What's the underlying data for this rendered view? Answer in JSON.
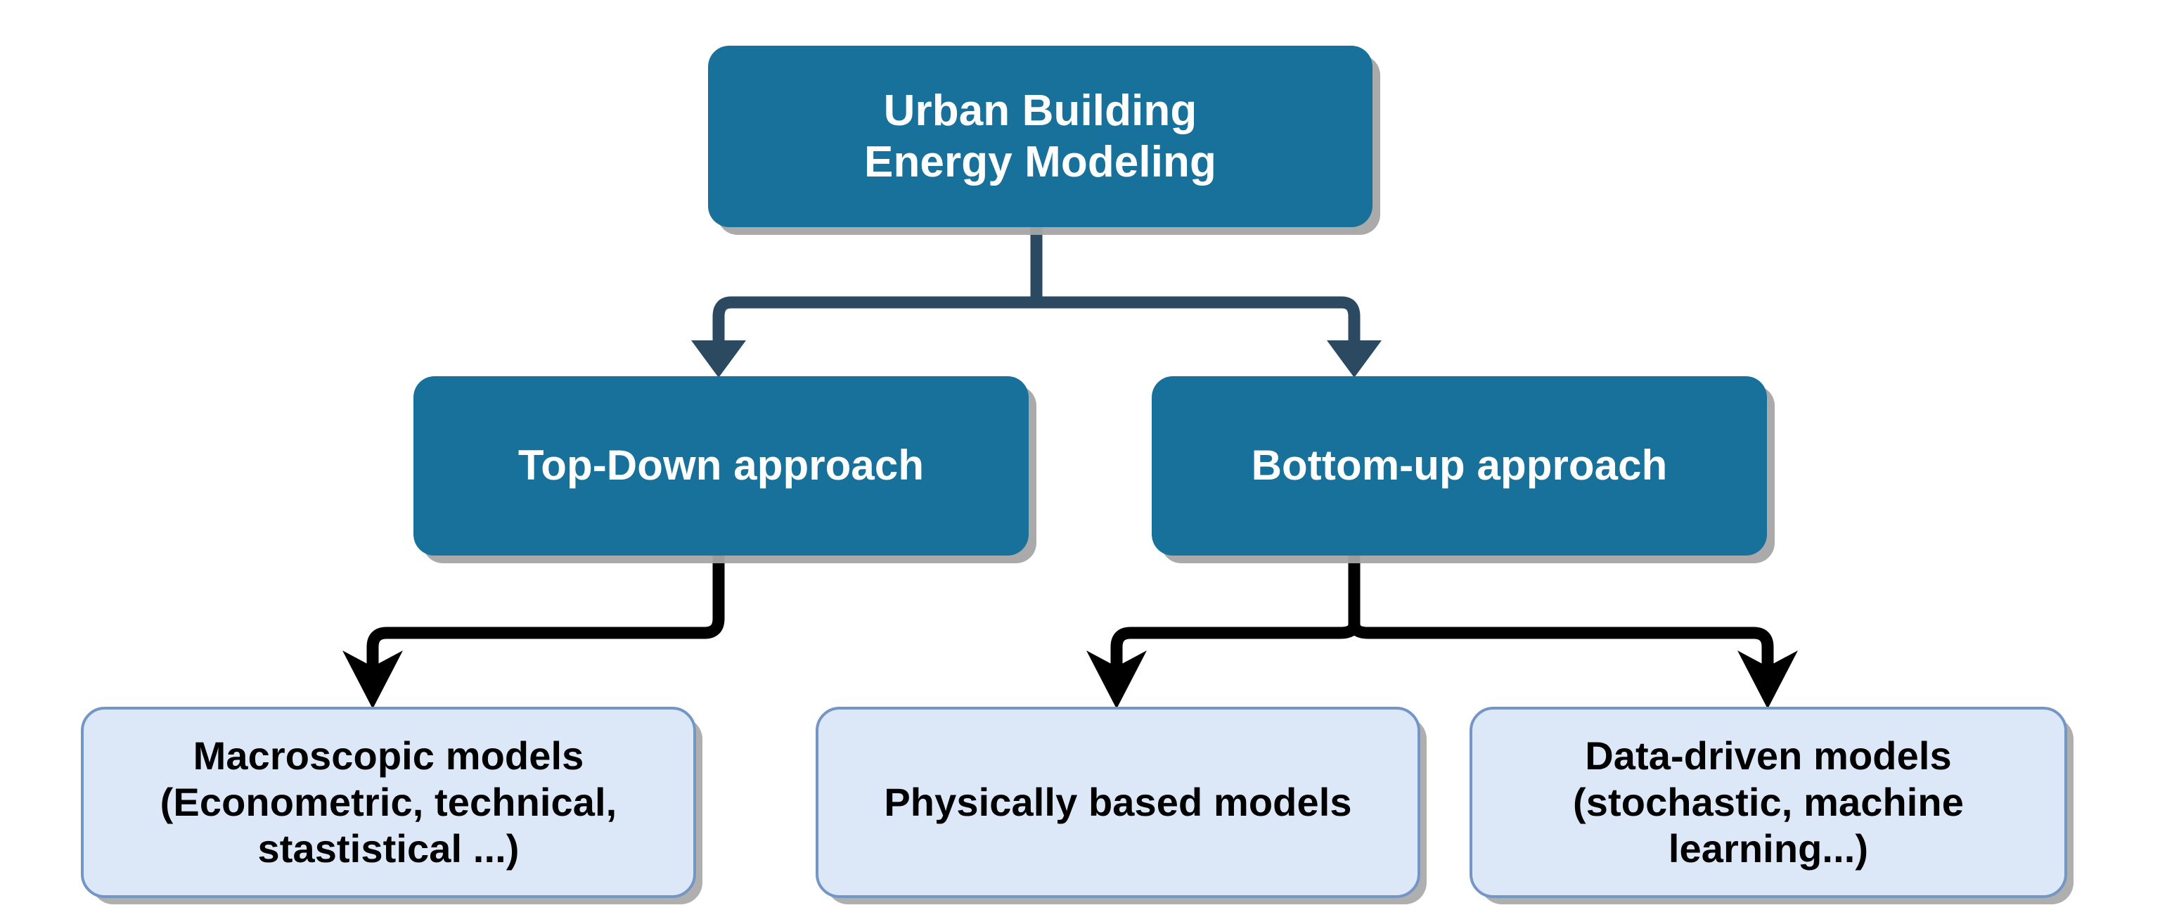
{
  "diagram": {
    "title": "Urban Building Energy Modeling approaches",
    "type": "hierarchy-flowchart",
    "colors": {
      "level1_fill": "#17719a",
      "level2_fill": "#17719a",
      "level3_fill": "#dce7f8",
      "level3_border": "#7496c4",
      "node_text_light": "#ffffff",
      "node_text_dark": "#000000",
      "connector_upper": "#2b4a61",
      "connector_lower": "#000000",
      "shadow": "#a5a5a5",
      "background": "#ffffff"
    },
    "nodes": {
      "root": {
        "label": "Urban Building\nEnergy Modeling",
        "line1": "Urban Building",
        "line2": "Energy Modeling"
      },
      "top_down": {
        "label": "Top-Down approach"
      },
      "bottom_up": {
        "label": "Bottom-up approach"
      },
      "macroscopic": {
        "label": "Macroscopic models\n(Econometric, technical,\nstastistical ...)",
        "line1": "Macroscopic models",
        "line2": "(Econometric, technical,",
        "line3": "stastistical ...)"
      },
      "physically_based": {
        "label": "Physically based models"
      },
      "data_driven": {
        "label": "Data-driven models\n(stochastic, machine\nlearning...)",
        "line1": "Data-driven models",
        "line2": "(stochastic, machine",
        "line3": "learning...)"
      }
    },
    "edges": [
      {
        "from": "root",
        "to": "top_down",
        "style": "elbow-arrow-dark-navy"
      },
      {
        "from": "root",
        "to": "bottom_up",
        "style": "elbow-arrow-dark-navy"
      },
      {
        "from": "top_down",
        "to": "macroscopic",
        "style": "elbow-arrow-black-barbed"
      },
      {
        "from": "bottom_up",
        "to": "physically_based",
        "style": "elbow-arrow-black-barbed"
      },
      {
        "from": "bottom_up",
        "to": "data_driven",
        "style": "elbow-arrow-black-barbed"
      }
    ]
  }
}
